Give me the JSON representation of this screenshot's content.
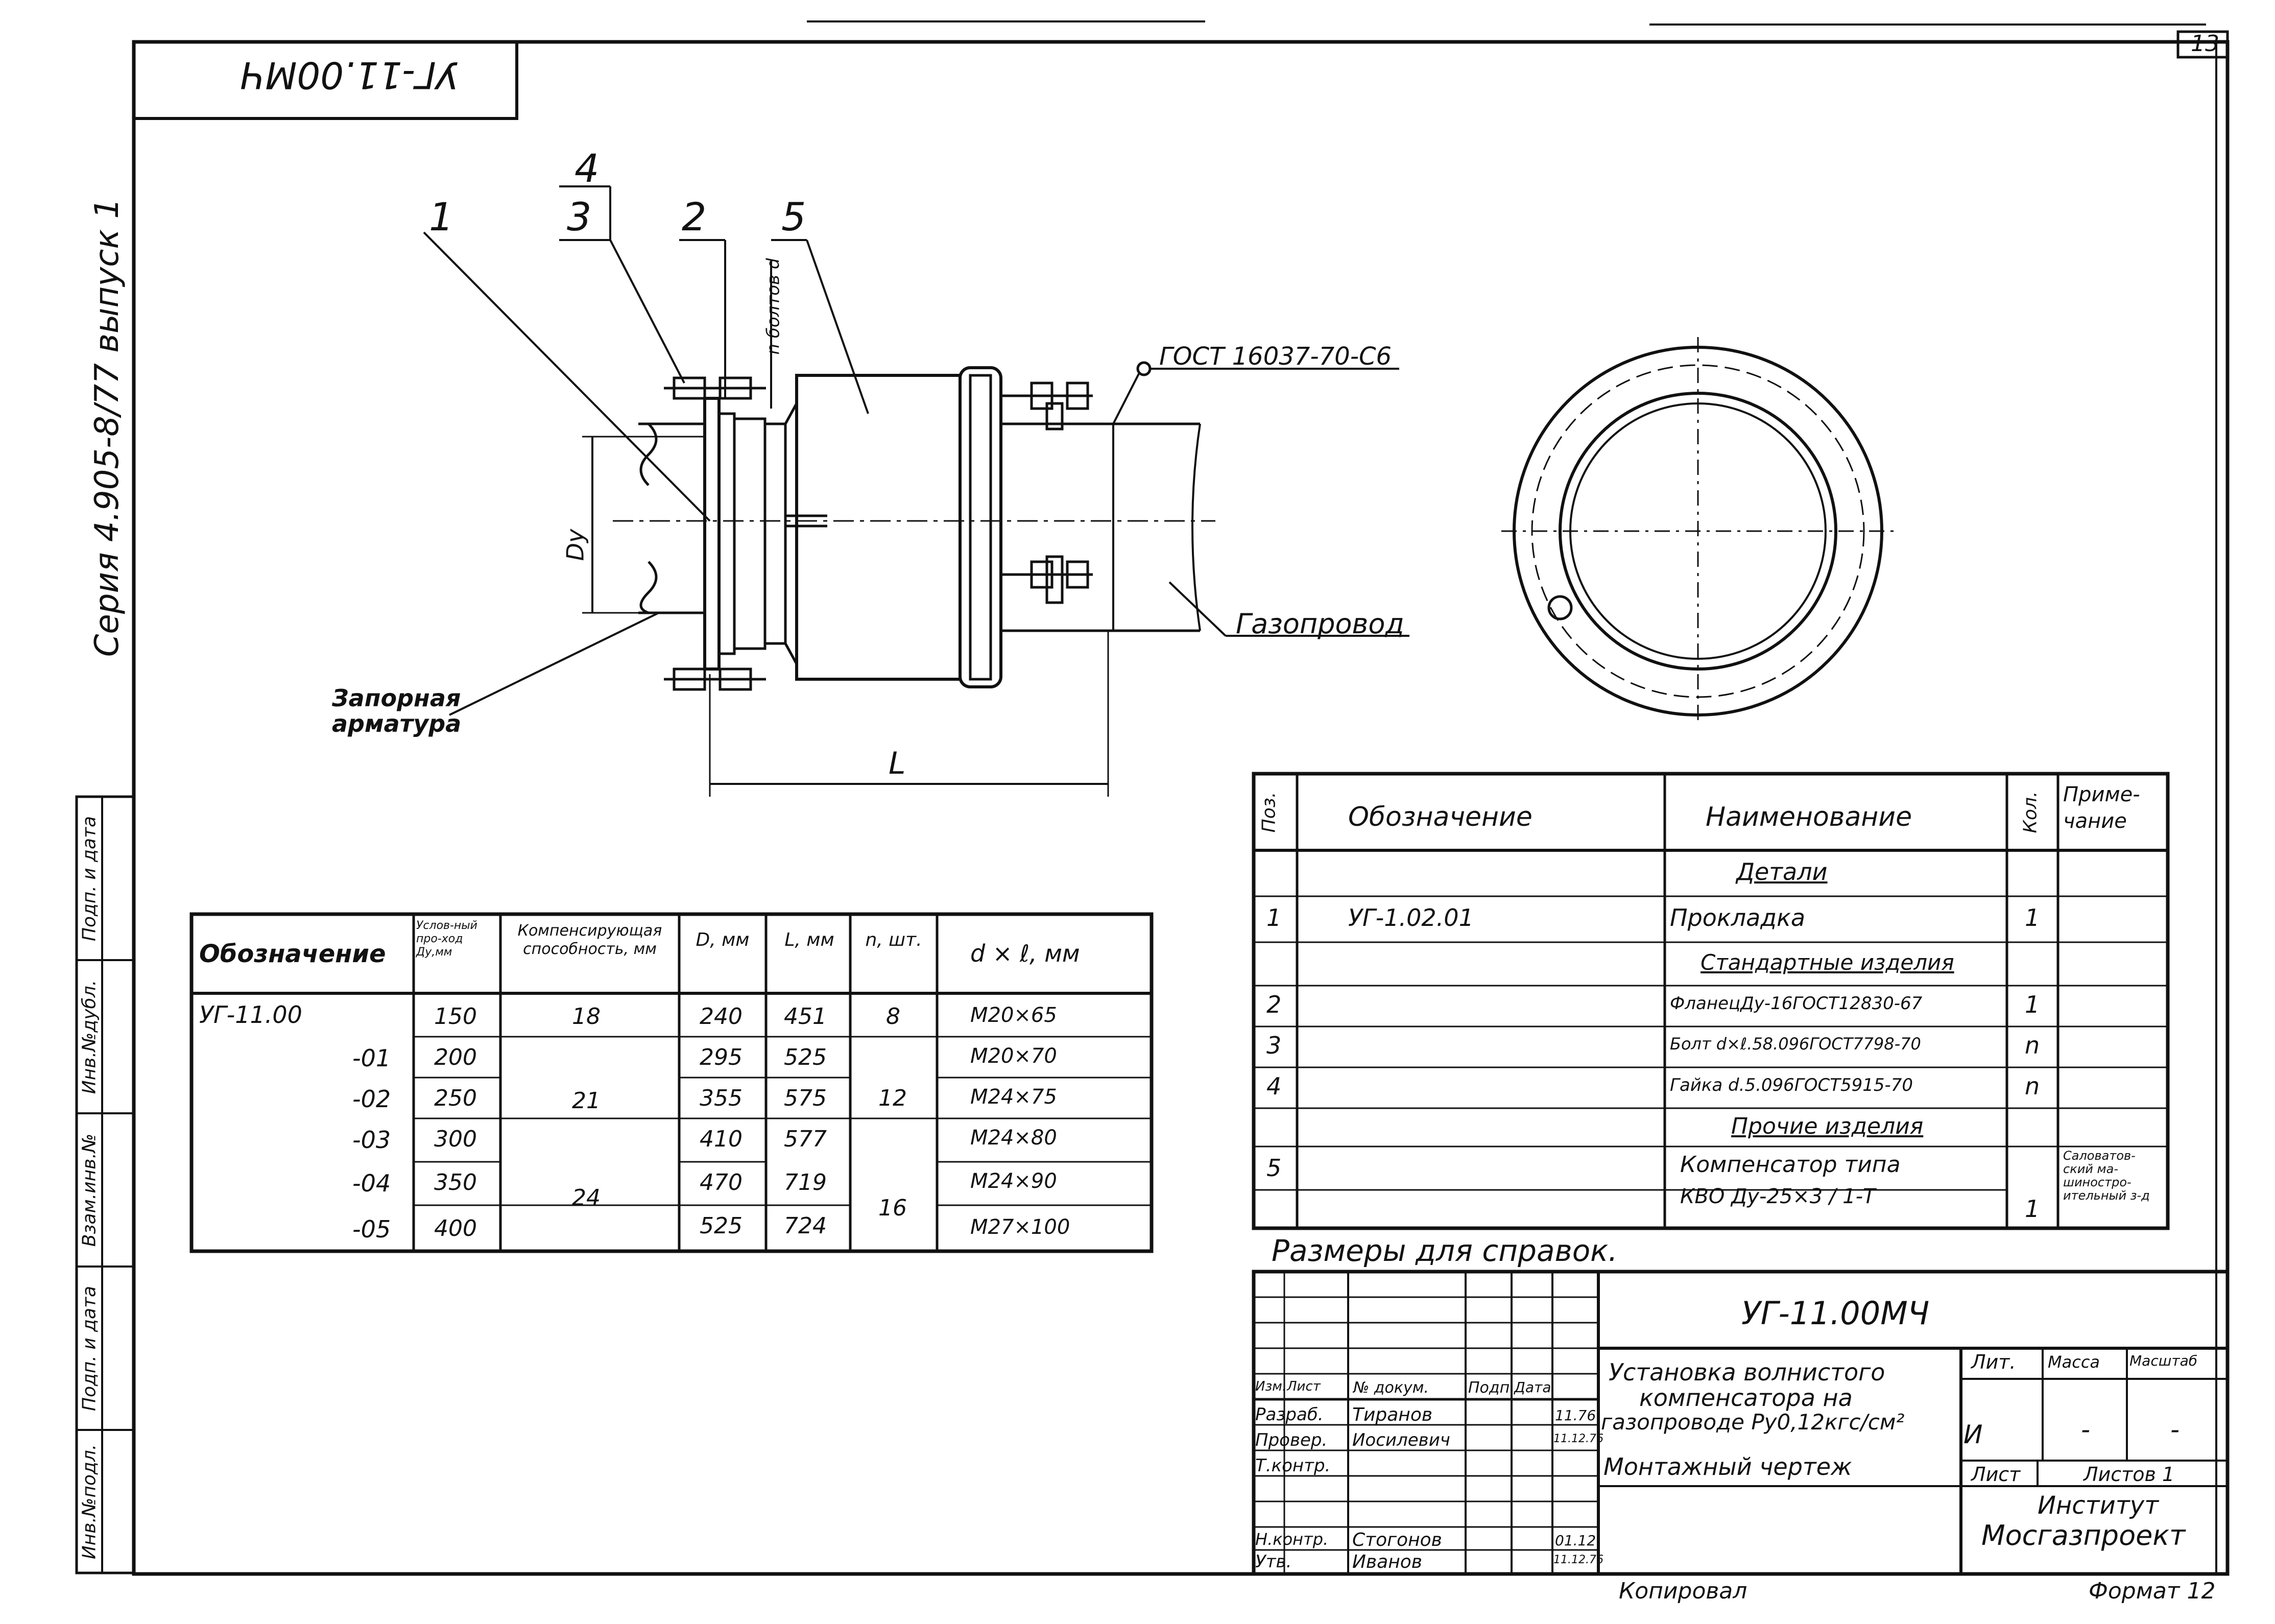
{
  "page_number": "13",
  "stamp_code": "УГ-11.00МЧ",
  "series_text": "Серия 4.905-8/77 выпуск 1",
  "left_strip": [
    "Подп. и дата",
    "Инв.№дубл.",
    "Взам.инв.№",
    "Подп. и дата",
    "Инв.№подл."
  ],
  "drawing": {
    "callouts": [
      "1",
      "3",
      "4",
      "2",
      "5"
    ],
    "bolt_label": "n болтов d",
    "gost_label": "ГОСТ 16037-70-С6",
    "pipe_label": "Газопровод",
    "valve_label_1": "Запорная",
    "valve_label_2": "арматура",
    "dim_dy": "Dy",
    "dim_L": "L"
  },
  "dims_table": {
    "headers": [
      "Обозначение",
      "Услов-ный про-ход Ду,мм",
      "Компенсирующая способность, мм",
      "D, мм",
      "L, мм",
      "n, шт.",
      "d × ℓ, мм"
    ],
    "rows": [
      [
        "УГ-11.00",
        "150",
        "18",
        "240",
        "451",
        "8",
        "M20×65"
      ],
      [
        "-01",
        "200",
        "",
        "295",
        "525",
        "",
        "M20×70"
      ],
      [
        "-02",
        "250",
        "21",
        "355",
        "575",
        "12",
        "M24×75"
      ],
      [
        "-03",
        "300",
        "",
        "410",
        "577",
        "",
        "M24×80"
      ],
      [
        "-04",
        "350",
        "24",
        "470",
        "719",
        "16",
        "M24×90"
      ],
      [
        "-05",
        "400",
        "",
        "525",
        "724",
        "",
        "M27×100"
      ]
    ]
  },
  "spec_table": {
    "headers": [
      "Поз.",
      "Обозначение",
      "Наименование",
      "Кол.",
      "Приме-чание"
    ],
    "rows": [
      {
        "pos": "",
        "code": "",
        "name": "Детали",
        "qty": "",
        "note": "",
        "section": true
      },
      {
        "pos": "1",
        "code": "УГ-1.02.01",
        "name": "Прокладка",
        "qty": "1",
        "note": ""
      },
      {
        "pos": "",
        "code": "",
        "name": "Стандартные изделия",
        "qty": "",
        "note": "",
        "section": true
      },
      {
        "pos": "2",
        "code": "",
        "name": "ФланецДу-16ГОСТ12830-67",
        "qty": "1",
        "note": ""
      },
      {
        "pos": "3",
        "code": "",
        "name": "Болт d×ℓ.58.096ГОСТ7798-70",
        "qty": "n",
        "note": ""
      },
      {
        "pos": "4",
        "code": "",
        "name": "Гайка d.5.096ГОСТ5915-70",
        "qty": "n",
        "note": ""
      },
      {
        "pos": "",
        "code": "",
        "name": "Прочие изделия",
        "qty": "",
        "note": "",
        "section": true
      },
      {
        "pos": "5",
        "code": "",
        "name": "Компенсатор типа",
        "qty": "",
        "note": "Саловатов-ский ма-шиностро-ительный з-д"
      },
      {
        "pos": "",
        "code": "",
        "name": "КВО Ду-25×3 / 1-Т",
        "qty": "1",
        "note": ""
      }
    ]
  },
  "note_text": "Размеры для справок.",
  "title_block": {
    "code": "УГ-11.00МЧ",
    "title_1": "Установка волнистого",
    "title_2": "компенсатора на",
    "title_3": "газопроводе Ру0,12кгс/см²",
    "doc_type": "Монтажный чертеж",
    "lit_label": "Лит.",
    "mass_label": "Масса",
    "scale_label": "Масштаб",
    "lit_value": "И",
    "mass_value": "-",
    "scale_value": "-",
    "sheet_label": "Лист",
    "sheets_label": "Листов 1",
    "org_1": "Институт",
    "org_2": "Мосгазпроект",
    "head_cols": [
      "Изм.",
      "Лист",
      "№ докум.",
      "Подп.",
      "Дата"
    ],
    "roles": [
      {
        "role": "Разраб.",
        "name": "Тиранов",
        "date": "11.76"
      },
      {
        "role": "Провер.",
        "name": "Иосилевич",
        "date": "11.12.76"
      },
      {
        "role": "Т.контр.",
        "name": "",
        "date": ""
      },
      {
        "role": "",
        "name": "",
        "date": ""
      },
      {
        "role": "Н.контр.",
        "name": "Стогонов",
        "date": "01.12"
      },
      {
        "role": "Утв.",
        "name": "Иванов",
        "date": "11.12.76"
      }
    ]
  },
  "footer_copied": "Копировал",
  "footer_format": "Формат 12"
}
